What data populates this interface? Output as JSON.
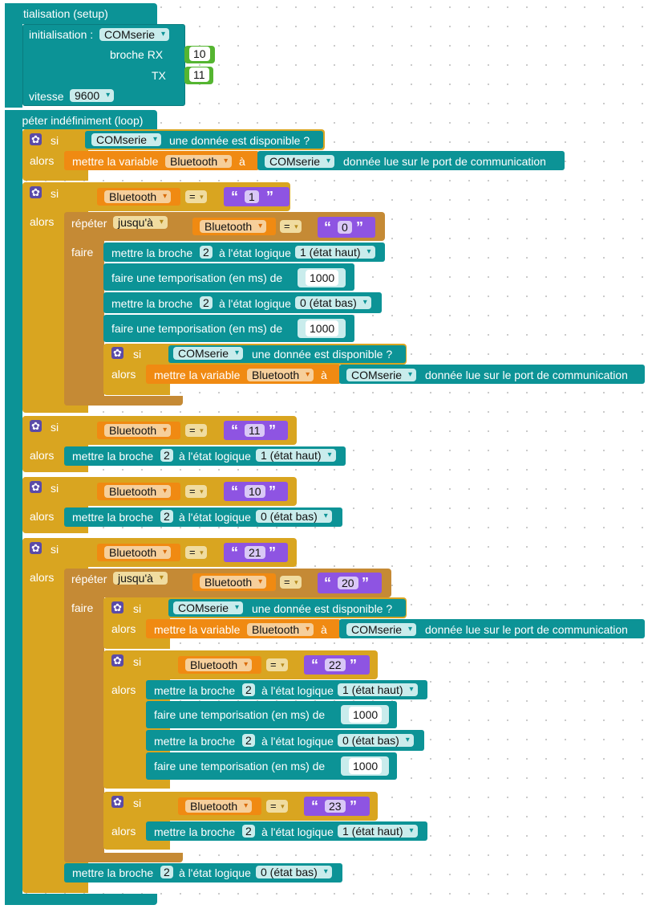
{
  "setup": {
    "title": "initialisation (setup)",
    "init_label": "initialisation :",
    "serial": "COMserie",
    "rx_label": "broche RX",
    "rx_value": "10",
    "tx_label": "TX",
    "tx_value": "11",
    "speed_label": "vitesse",
    "speed_value": "9600"
  },
  "loop": {
    "title": "répéter indéfiniment (loop)"
  },
  "kw": {
    "si": "si",
    "alors": "alors",
    "faire": "faire",
    "repeter": "répéter",
    "jusqua": "jusqu'à",
    "eq": "=",
    "data_available": "une donnée est disponible ?",
    "set_var": "mettre la variable",
    "a": "à",
    "data_read": "donnée lue sur le port de communication",
    "set_pin": "mettre la broche",
    "logic_state": "à l'état logique",
    "high": "1 (état haut)",
    "low": "0 (état bas)",
    "delay": "faire une temporisation (en ms) de",
    "var": "Bluetooth",
    "serial": "COMserie",
    "quote_open": "“",
    "quote_close": "”"
  },
  "values": {
    "pin": "2",
    "delay_ms": "1000",
    "s1": "1",
    "s0": "0",
    "s11": "11",
    "s10": "10",
    "s21": "21",
    "s20": "20",
    "s22": "22",
    "s23": "23"
  },
  "colors": {
    "arduino": "#0c9396",
    "control": "#d9a520",
    "loop": "#c58a35",
    "variable": "#f08a12",
    "text": "#8e54e2",
    "number": "#55b531"
  }
}
